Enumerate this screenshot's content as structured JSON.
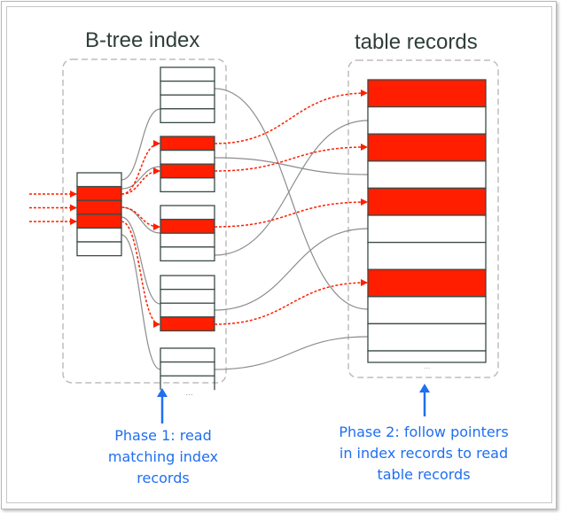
{
  "titles": {
    "index": "B-tree index",
    "table": "table records"
  },
  "colors": {
    "matched_record": "#ff1e00",
    "record_border": "#3a4a46",
    "pointer_line": "#8c8c8c",
    "annotation": "#1f6ff0",
    "container_dash": "#bdbdbd"
  },
  "index": {
    "root_node": {
      "rows": 6,
      "matched_rows": [
        1,
        2,
        3
      ],
      "incoming_search_arrows": 3
    },
    "leaf_nodes": [
      {
        "rows": 4,
        "matched_rows": []
      },
      {
        "rows": 4,
        "matched_rows": [
          0,
          2
        ]
      },
      {
        "rows": 4,
        "matched_rows": [
          1
        ]
      },
      {
        "rows": 4,
        "matched_rows": [
          3
        ]
      },
      {
        "rows": 2,
        "matched_rows": [],
        "continued": true
      }
    ],
    "ellipsis": "..."
  },
  "table": {
    "rows": 11,
    "matched_rows": [
      0,
      2,
      4,
      7
    ],
    "ellipsis": "..."
  },
  "annotations": {
    "phase1": [
      "Phase 1: read",
      "matching index",
      "records"
    ],
    "phase2": [
      "Phase 2: follow pointers",
      "in index records to read",
      "table records"
    ]
  }
}
